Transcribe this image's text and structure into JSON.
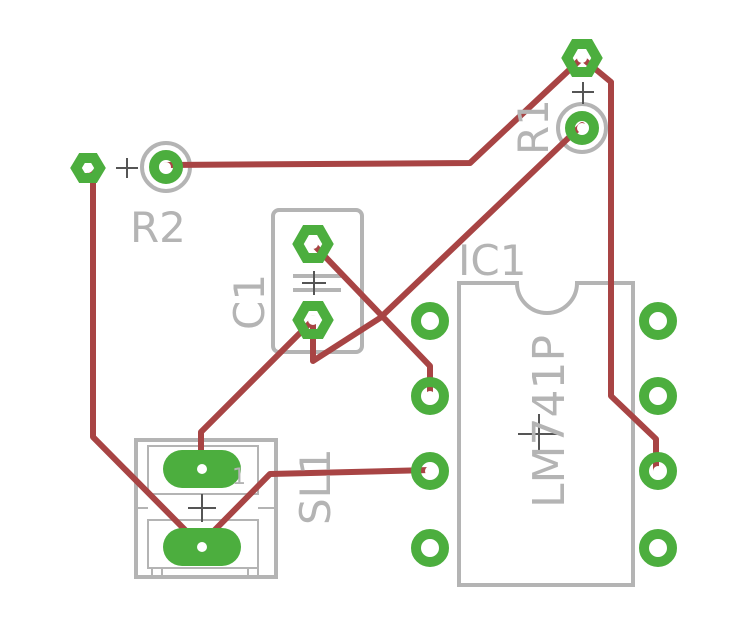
{
  "labels": {
    "r2": "R2",
    "r1": "R1",
    "c1": "C1",
    "ic1": "IC1",
    "ic_part": "LM741P",
    "sl1": "SL1",
    "sl_pin1": "1"
  },
  "colors": {
    "trace": "#a84444",
    "pad": "#4cae3e",
    "silkscreen": "#b4b4b4",
    "background": "#ffffff"
  }
}
